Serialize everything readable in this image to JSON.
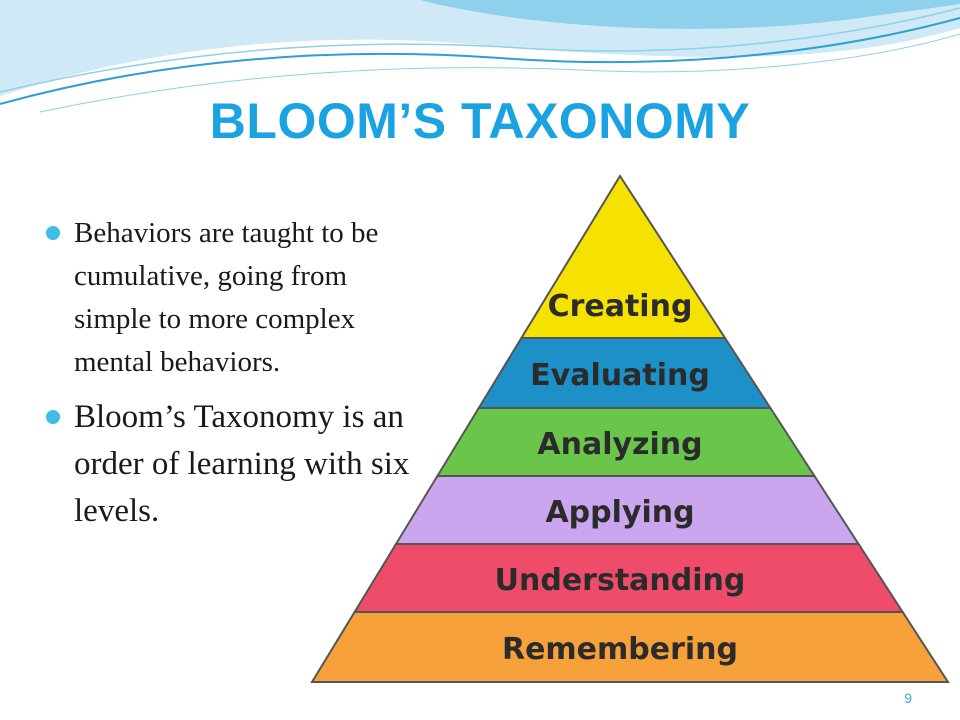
{
  "slide": {
    "title": "BLOOM’S TAXONOMY",
    "bullets": [
      {
        "text": "Behaviors are taught to be cumulative, going from simple to more complex mental behaviors."
      },
      {
        "text": "Bloom’s Taxonomy is an order of learning with six levels."
      }
    ],
    "page_number": "9"
  },
  "pyramid": {
    "levels": [
      {
        "label": "Creating",
        "color": "#f5e200"
      },
      {
        "label": "Evaluating",
        "color": "#1e90c8"
      },
      {
        "label": "Analyzing",
        "color": "#6ac64a"
      },
      {
        "label": "Applying",
        "color": "#c9a6ee"
      },
      {
        "label": "Understanding",
        "color": "#ee4c6a"
      },
      {
        "label": "Remembering",
        "color": "#f7a13a"
      }
    ],
    "label_color": "#2b2b2b",
    "outline_color": "#555555"
  },
  "colors": {
    "title": "#1aa3e0",
    "bullet_dot": "#3fbde6",
    "page_number": "#3fa3d8",
    "wave_light": "#cfeaf6",
    "wave_mid": "#8fd0ec",
    "wave_dark": "#2e9fd3"
  }
}
